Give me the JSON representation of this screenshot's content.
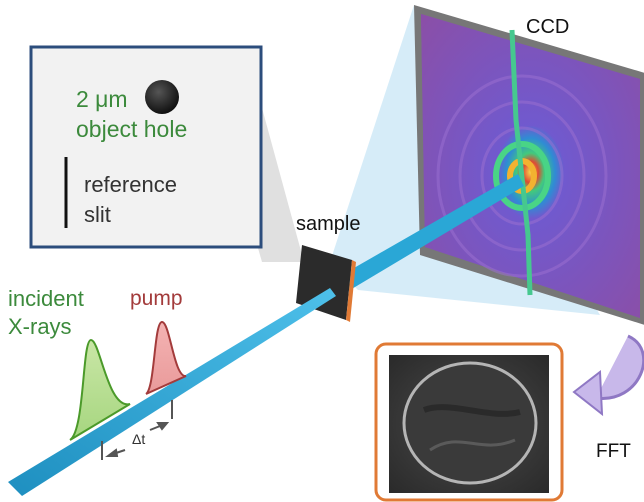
{
  "labels": {
    "ccd": "CCD",
    "sample": "sample",
    "incident": "incident",
    "xrays": "X-rays",
    "pump": "pump",
    "delay": "Δt",
    "fft": "FFT"
  },
  "inset": {
    "object_size": "2 μm",
    "object_name": "object hole",
    "reference_line1": "reference",
    "reference_line2": "slit"
  },
  "colors": {
    "xray_beam": "#2aa7d6",
    "incident_pulse": "#4b9a2a",
    "pump_pulse": "#a33b3b",
    "inset_frame": "#2c4d7c",
    "object_text": "#3c8a3c",
    "result_frame": "#e07a35",
    "fft_arrow": "#b3a0d8",
    "ccd_face": "#8a56a8"
  },
  "icons": {
    "delay_arrows": "double-arrow-icon",
    "fft_arrow": "curved-arrow-icon"
  }
}
